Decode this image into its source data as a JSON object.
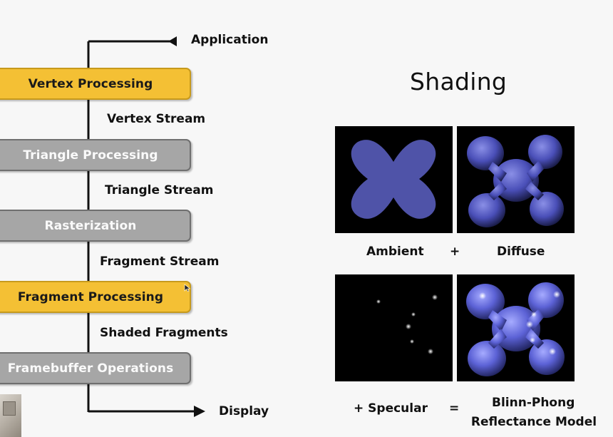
{
  "pipeline": {
    "top_label": "Application",
    "bottom_label": "Display",
    "stages": [
      {
        "label": "Vertex Processing",
        "style": "yellow"
      },
      {
        "label": "Triangle Processing",
        "style": "gray"
      },
      {
        "label": "Rasterization",
        "style": "gray"
      },
      {
        "label": "Fragment Processing",
        "style": "yellow"
      },
      {
        "label": "Framebuffer Operations",
        "style": "gray"
      }
    ],
    "streams": [
      "Vertex Stream",
      "Triangle Stream",
      "Fragment Stream",
      "Shaded Fragments"
    ]
  },
  "shading": {
    "title": "Shading",
    "panels": {
      "ambient": "Ambient",
      "diffuse": "Diffuse",
      "specular": "+ Specular",
      "result_line1": "Blinn-Phong",
      "result_line2": "Reflectance Model"
    },
    "plus": "+",
    "equals": "="
  },
  "colors": {
    "stage_yellow": "#f4c034",
    "stage_gray": "#a6a6a6",
    "ambient_blue": "#4f53a8",
    "panel_bg": "#000000"
  }
}
